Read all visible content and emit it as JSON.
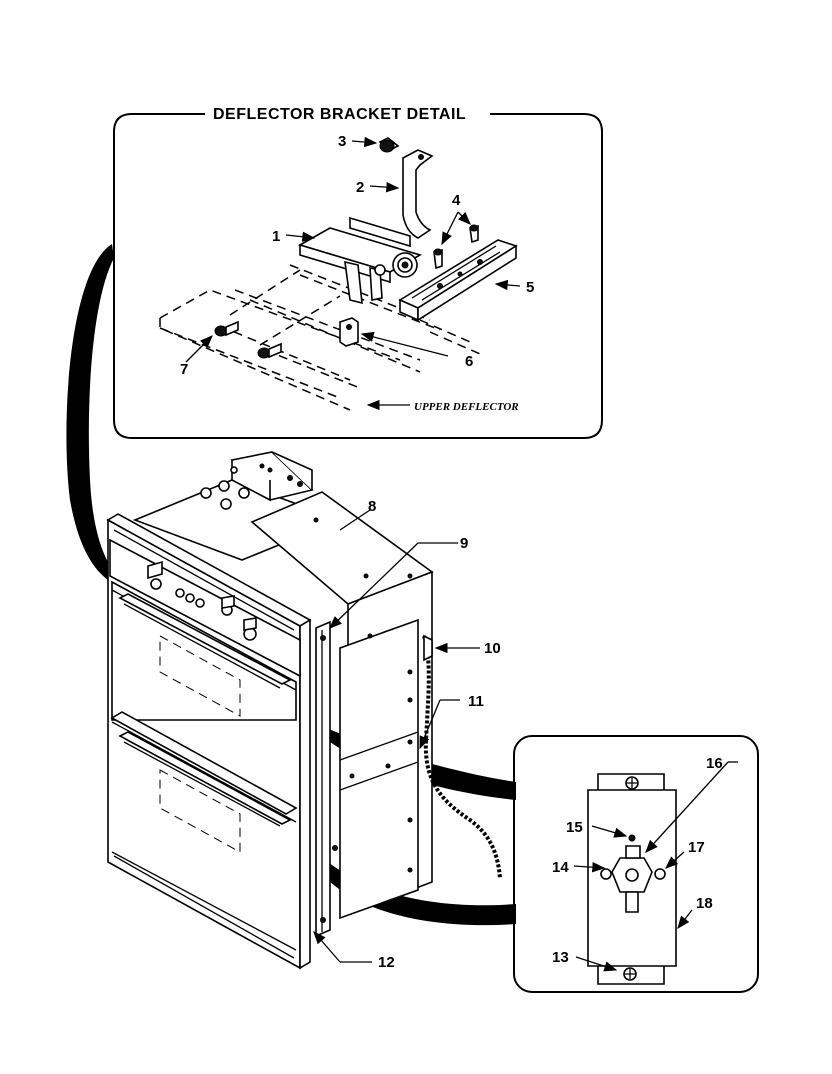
{
  "detail_box": {
    "title": "DEFLECTOR BRACKET DETAIL",
    "note": "UPPER DEFLECTOR"
  },
  "callouts": {
    "c1": "1",
    "c2": "2",
    "c3": "3",
    "c4": "4",
    "c5": "5",
    "c6": "6",
    "c7": "7",
    "c8": "8",
    "c9": "9",
    "c10": "10",
    "c11": "11",
    "c12": "12",
    "c13": "13",
    "c14": "14",
    "c15": "15",
    "c16": "16",
    "c17": "17",
    "c18": "18"
  }
}
